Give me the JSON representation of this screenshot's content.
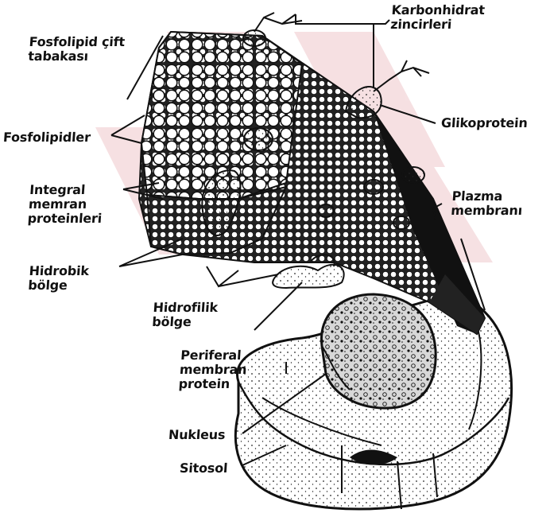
{
  "colors": {
    "ink": "#111111",
    "paper": "#ffffff",
    "watermark": "#f4d9dc"
  },
  "labels": {
    "karbonhidrat": [
      "Karbonhidrat",
      "zincirleri"
    ],
    "fosfolipid_cift": [
      "Fosfolipid çift",
      "tabakası"
    ],
    "fosfolipidler": [
      "Fosfolipidler"
    ],
    "glikoprotein": [
      "Glikoprotein"
    ],
    "integral": [
      "Integral",
      "memran",
      "proteinleri"
    ],
    "plazma": [
      "Plazma",
      "membranı"
    ],
    "hidrobik": [
      "Hidrobik",
      "bölge"
    ],
    "hidrofilik": [
      "Hidrofilik",
      "bölge"
    ],
    "periferal": [
      "Periferal",
      "membran",
      "protein"
    ],
    "nukleus": [
      "Nukleus"
    ],
    "sitosol": [
      "Sitosol"
    ]
  }
}
